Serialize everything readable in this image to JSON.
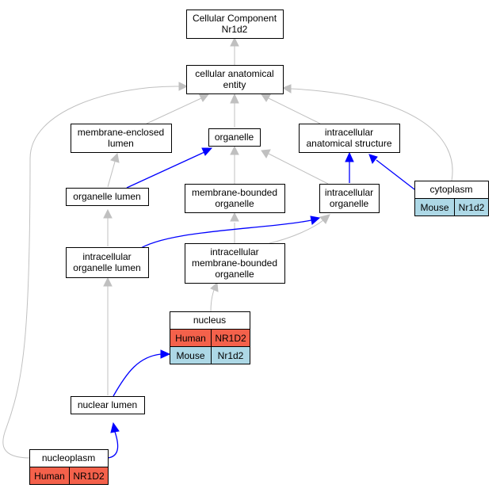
{
  "colors": {
    "human": "#f4614b",
    "mouse": "#add8e6",
    "is_a_edge": "#c0c0c0",
    "part_of_edge": "#0000ff"
  },
  "nodes": {
    "root": [
      "Cellular Component",
      "Nr1d2"
    ],
    "cae": [
      "cellular anatomical",
      "entity"
    ],
    "mel": [
      "membrane-enclosed",
      "lumen"
    ],
    "organelle": [
      "organelle"
    ],
    "ias": [
      "intracellular",
      "anatomical structure"
    ],
    "ol": [
      "organelle lumen"
    ],
    "mbo": [
      "membrane-bounded",
      "organelle"
    ],
    "io": [
      "intracellular",
      "organelle"
    ],
    "cytoplasm": [
      "cytoplasm"
    ],
    "iol": [
      "intracellular",
      "organelle lumen"
    ],
    "imbo": [
      "intracellular",
      "membrane-bounded",
      "organelle"
    ],
    "nucleus": [
      "nucleus"
    ],
    "nl": [
      "nuclear lumen"
    ],
    "nucleoplasm": [
      "nucleoplasm"
    ]
  },
  "annotations": {
    "cytoplasm": [
      [
        "Mouse",
        "Nr1d2"
      ]
    ],
    "nucleus": [
      [
        "Human",
        "NR1D2"
      ],
      [
        "Mouse",
        "Nr1d2"
      ]
    ],
    "nucleoplasm": [
      [
        "Human",
        "NR1D2"
      ]
    ]
  }
}
